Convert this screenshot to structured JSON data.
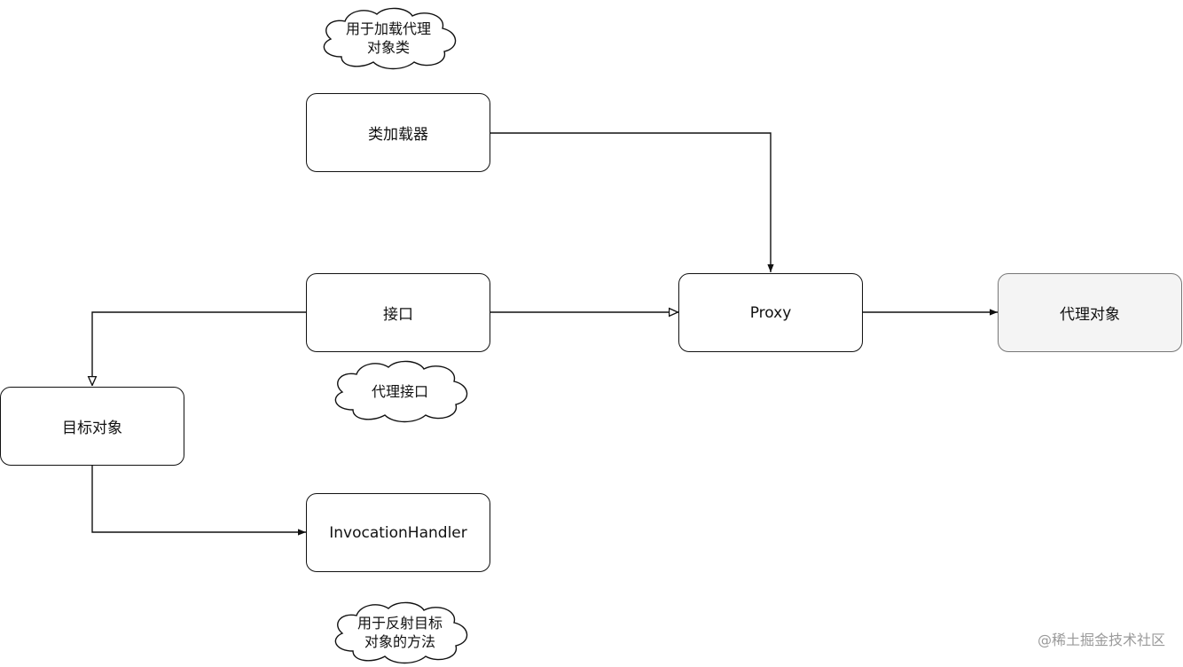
{
  "nodes": {
    "classloader": "类加载器",
    "interface": "接口",
    "proxy": "Proxy",
    "proxy_object": "代理对象",
    "target": "目标对象",
    "handler": "InvocationHandler"
  },
  "notes": {
    "classloader_note": "用于加载代理\n对象类",
    "interface_note": "代理接口",
    "handler_note": "用于反射目标\n对象的方法"
  },
  "watermark": "@稀土掘金技术社区",
  "edges": [
    {
      "from": "classloader",
      "to": "proxy",
      "arrow": "filled"
    },
    {
      "from": "interface",
      "to": "proxy",
      "arrow": "hollow"
    },
    {
      "from": "interface",
      "to": "target",
      "arrow": "hollow"
    },
    {
      "from": "proxy",
      "to": "proxy_object",
      "arrow": "filled"
    },
    {
      "from": "target",
      "to": "handler",
      "arrow": "filled"
    }
  ]
}
